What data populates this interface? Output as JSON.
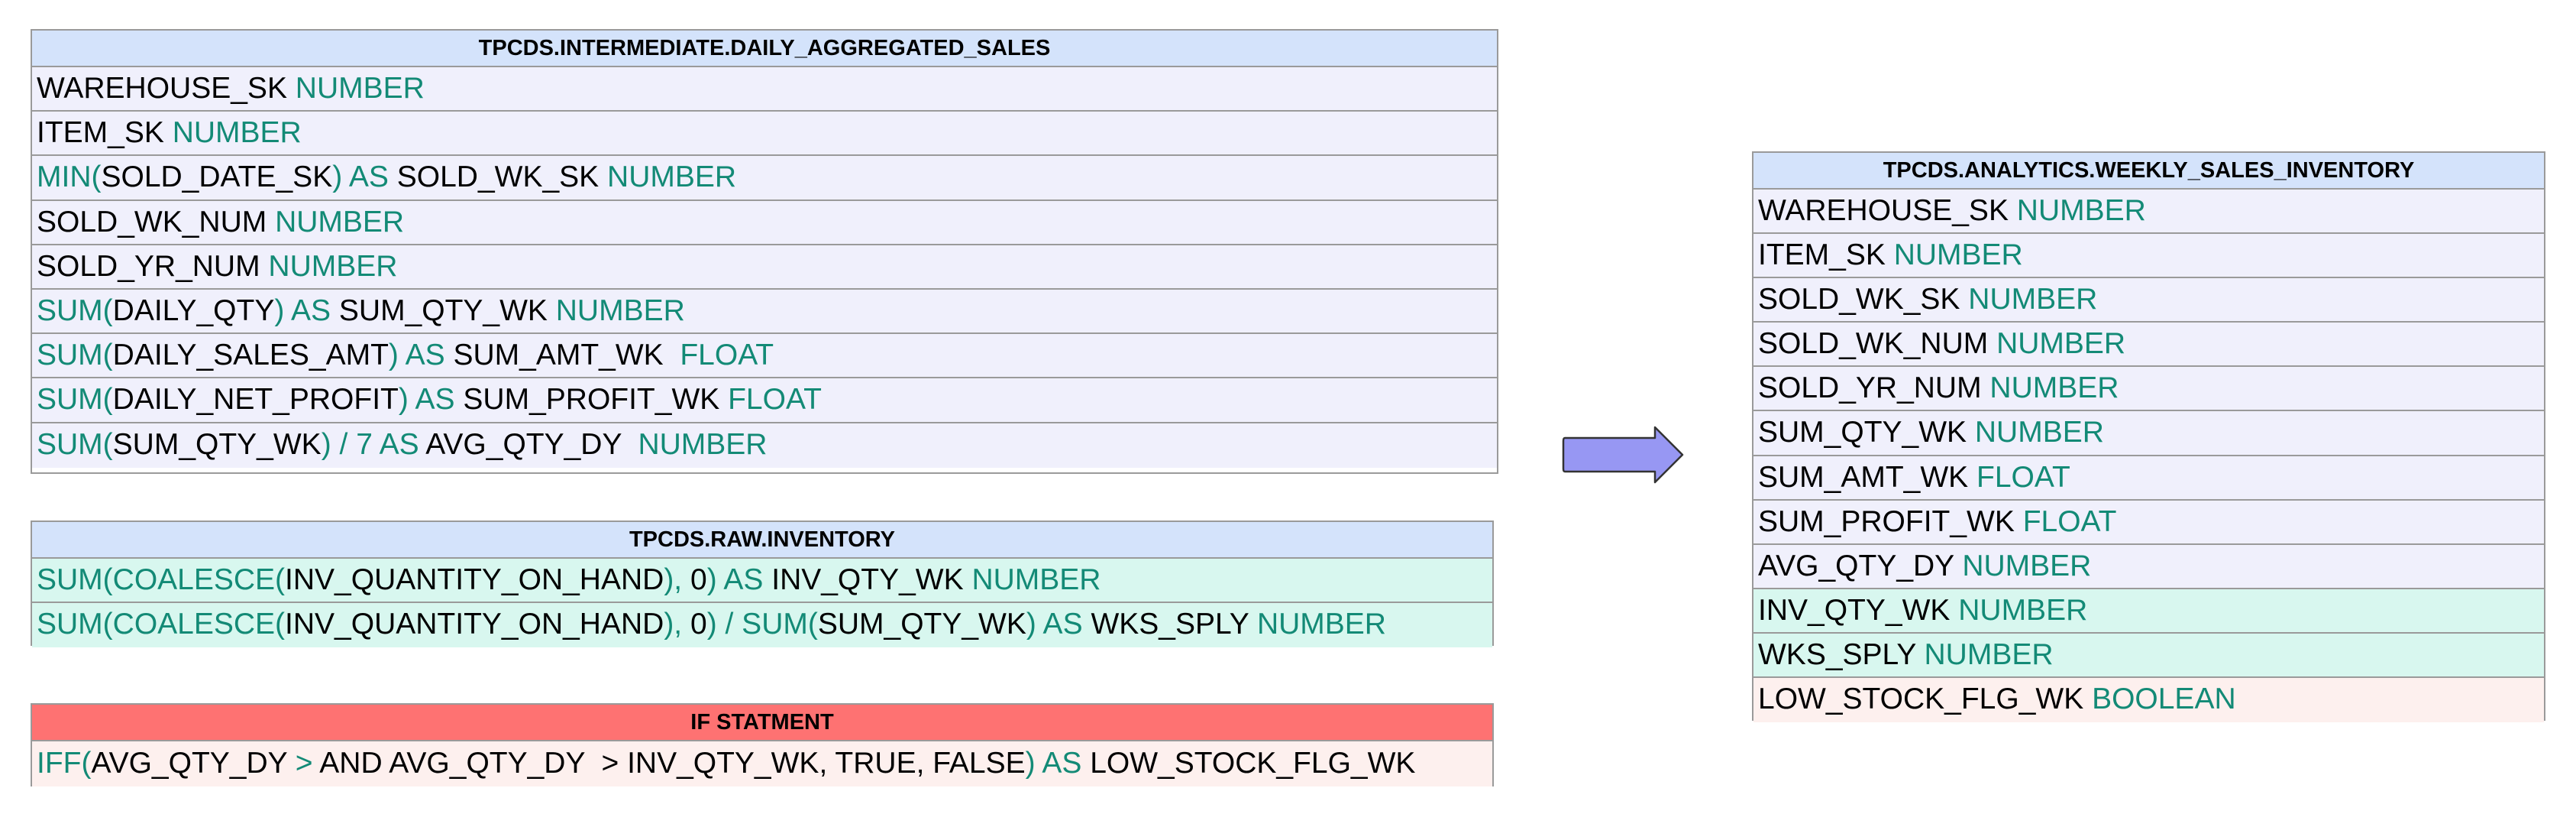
{
  "source_table": {
    "title": "TPCDS.INTERMEDIATE.DAILY_AGGREGATED_SALES",
    "rows": [
      [
        {
          "t": "WAREHOUSE_SK ",
          "k": false
        },
        {
          "t": "NUMBER",
          "k": true
        }
      ],
      [
        {
          "t": "ITEM_SK ",
          "k": false
        },
        {
          "t": "NUMBER",
          "k": true
        }
      ],
      [
        {
          "t": "MIN(",
          "k": true
        },
        {
          "t": "SOLD_DATE_SK",
          "k": false
        },
        {
          "t": ") AS ",
          "k": true
        },
        {
          "t": "SOLD_WK_SK ",
          "k": false
        },
        {
          "t": "NUMBER",
          "k": true
        }
      ],
      [
        {
          "t": "SOLD_WK_NUM ",
          "k": false
        },
        {
          "t": "NUMBER",
          "k": true
        }
      ],
      [
        {
          "t": "SOLD_YR_NUM ",
          "k": false
        },
        {
          "t": "NUMBER",
          "k": true
        }
      ],
      [
        {
          "t": "SUM(",
          "k": true
        },
        {
          "t": "DAILY_QTY",
          "k": false
        },
        {
          "t": ") AS ",
          "k": true
        },
        {
          "t": "SUM_QTY_WK ",
          "k": false
        },
        {
          "t": "NUMBER",
          "k": true
        }
      ],
      [
        {
          "t": "SUM(",
          "k": true
        },
        {
          "t": "DAILY_SALES_AMT",
          "k": false
        },
        {
          "t": ") AS ",
          "k": true
        },
        {
          "t": "SUM_AMT_WK  ",
          "k": false
        },
        {
          "t": "FLOAT",
          "k": true
        }
      ],
      [
        {
          "t": "SUM(",
          "k": true
        },
        {
          "t": "DAILY_NET_PROFIT",
          "k": false
        },
        {
          "t": ") AS ",
          "k": true
        },
        {
          "t": "SUM_PROFIT_WK ",
          "k": false
        },
        {
          "t": "FLOAT",
          "k": true
        }
      ],
      [
        {
          "t": "SUM(",
          "k": true
        },
        {
          "t": "SUM_QTY_WK",
          "k": false
        },
        {
          "t": ") / 7 AS ",
          "k": true
        },
        {
          "t": "AVG_QTY_DY  ",
          "k": false
        },
        {
          "t": "NUMBER",
          "k": true
        }
      ]
    ]
  },
  "inventory_table": {
    "title": "TPCDS.RAW.INVENTORY",
    "rows": [
      [
        {
          "t": "SUM(COALESCE(",
          "k": true
        },
        {
          "t": "INV_QUANTITY_ON_HAND",
          "k": false
        },
        {
          "t": "), ",
          "k": true
        },
        {
          "t": "0",
          "k": false
        },
        {
          "t": ") AS ",
          "k": true
        },
        {
          "t": "INV_QTY_WK ",
          "k": false
        },
        {
          "t": "NUMBER",
          "k": true
        }
      ],
      [
        {
          "t": "SUM(COALESCE(",
          "k": true
        },
        {
          "t": "INV_QUANTITY_ON_HAND",
          "k": false
        },
        {
          "t": "), ",
          "k": true
        },
        {
          "t": "0",
          "k": false
        },
        {
          "t": ") / SUM(",
          "k": true
        },
        {
          "t": "SUM_QTY_WK",
          "k": false
        },
        {
          "t": ") AS ",
          "k": true
        },
        {
          "t": "WKS_SPLY ",
          "k": false
        },
        {
          "t": "NUMBER",
          "k": true
        }
      ]
    ]
  },
  "if_table": {
    "title": "IF STATMENT",
    "rows": [
      [
        {
          "t": "IFF(",
          "k": true
        },
        {
          "t": "AVG_QTY_DY ",
          "k": false
        },
        {
          "t": "> ",
          "k": true
        },
        {
          "t": "AND AVG_QTY_DY  > INV_QTY_WK, TRUE, FALSE",
          "k": false
        },
        {
          "t": ") AS ",
          "k": true
        },
        {
          "t": "LOW_STOCK_FLG_WK",
          "k": false
        }
      ]
    ]
  },
  "target_table": {
    "title": "TPCDS.ANALYTICS.WEEKLY_SALES_INVENTORY",
    "rows": [
      {
        "bg": "lav",
        "segs": [
          {
            "t": "WAREHOUSE_SK ",
            "k": false
          },
          {
            "t": "NUMBER",
            "k": true
          }
        ]
      },
      {
        "bg": "lav",
        "segs": [
          {
            "t": "ITEM_SK ",
            "k": false
          },
          {
            "t": "NUMBER",
            "k": true
          }
        ]
      },
      {
        "bg": "lav",
        "segs": [
          {
            "t": "SOLD_WK_SK ",
            "k": false
          },
          {
            "t": "NUMBER",
            "k": true
          }
        ]
      },
      {
        "bg": "lav",
        "segs": [
          {
            "t": "SOLD_WK_NUM ",
            "k": false
          },
          {
            "t": "NUMBER",
            "k": true
          }
        ]
      },
      {
        "bg": "lav",
        "segs": [
          {
            "t": "SOLD_YR_NUM ",
            "k": false
          },
          {
            "t": "NUMBER",
            "k": true
          }
        ]
      },
      {
        "bg": "lav",
        "segs": [
          {
            "t": "SUM_QTY_WK ",
            "k": false
          },
          {
            "t": "NUMBER",
            "k": true
          }
        ]
      },
      {
        "bg": "lav",
        "segs": [
          {
            "t": "SUM_AMT_WK ",
            "k": false
          },
          {
            "t": "FLOAT",
            "k": true
          }
        ]
      },
      {
        "bg": "lav",
        "segs": [
          {
            "t": "SUM_PROFIT_WK ",
            "k": false
          },
          {
            "t": "FLOAT",
            "k": true
          }
        ]
      },
      {
        "bg": "lav",
        "segs": [
          {
            "t": "AVG_QTY_DY ",
            "k": false
          },
          {
            "t": "NUMBER",
            "k": true
          }
        ]
      },
      {
        "bg": "mint",
        "segs": [
          {
            "t": "INV_QTY_WK ",
            "k": false
          },
          {
            "t": "NUMBER",
            "k": true
          }
        ]
      },
      {
        "bg": "mint",
        "segs": [
          {
            "t": "WKS_SPLY ",
            "k": false
          },
          {
            "t": "NUMBER",
            "k": true
          }
        ]
      },
      {
        "bg": "pink",
        "segs": [
          {
            "t": "LOW_STOCK_FLG_WK ",
            "k": false
          },
          {
            "t": "BOOLEAN",
            "k": true
          }
        ]
      }
    ]
  },
  "colors": {
    "keyword": "#138a76",
    "header": "#d4e3fb",
    "row_lavender": "#f0f0fc",
    "row_mint": "#d8f7ef",
    "row_pink": "#fdf0ee",
    "if_header": "#fe7272",
    "arrow_fill": "#9797f3"
  },
  "icons": {
    "flow_arrow": "right-arrow-icon"
  }
}
